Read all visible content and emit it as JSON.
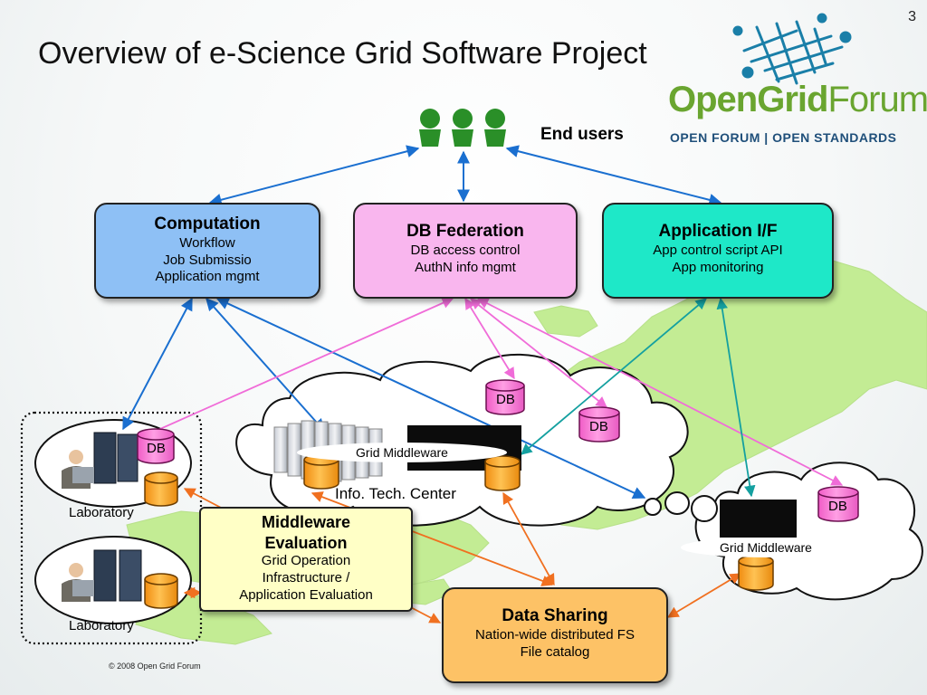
{
  "slide": {
    "title": "Overview of e-Science Grid Software Project",
    "page_number": "3",
    "copyright": "© 2008 Open Grid Forum"
  },
  "logo": {
    "brand_part1": "Open",
    "brand_part2": "Grid",
    "brand_part3": "Forum",
    "tagline": "OPEN FORUM | OPEN STANDARDS",
    "color_green": "#6aa530",
    "color_blue": "#1f4f7a"
  },
  "end_users": {
    "label": "End users"
  },
  "boxes": {
    "computation": {
      "title": "Computation",
      "lines": [
        "Workflow",
        "Job Submissio",
        "Application mgmt"
      ],
      "color": "#8ec0f5"
    },
    "db_federation": {
      "title": "DB Federation",
      "lines": [
        "DB access control",
        "AuthN info mgmt"
      ],
      "color": "#f9b6ee"
    },
    "application_if": {
      "title": "Application I/F",
      "lines": [
        "App control script API",
        "App monitoring"
      ],
      "color": "#1ee8c8"
    },
    "middleware_eval": {
      "title_line1": "Middleware",
      "title_line2": "Evaluation",
      "lines": [
        "Grid Operation",
        "Infrastructure /",
        "Application Evaluation"
      ],
      "color": "#ffffc6"
    },
    "data_sharing": {
      "title": "Data Sharing",
      "lines": [
        "Nation-wide distributed FS",
        "File catalog"
      ],
      "color": "#fdc266"
    }
  },
  "nodes": {
    "db_label": "DB",
    "grid_middleware": "Grid Middleware",
    "info_tech_center": "Info. Tech. Center",
    "laboratory": "Laboratory"
  },
  "colors": {
    "blue_arrow": "#1a6fd0",
    "pink_arrow": "#f06cd8",
    "teal_arrow": "#14a0a0",
    "orange_arrow": "#f07020",
    "map_green": "#c3ec94",
    "db_pink": "#ff6fd0",
    "db_orange": "#f7a11a"
  }
}
